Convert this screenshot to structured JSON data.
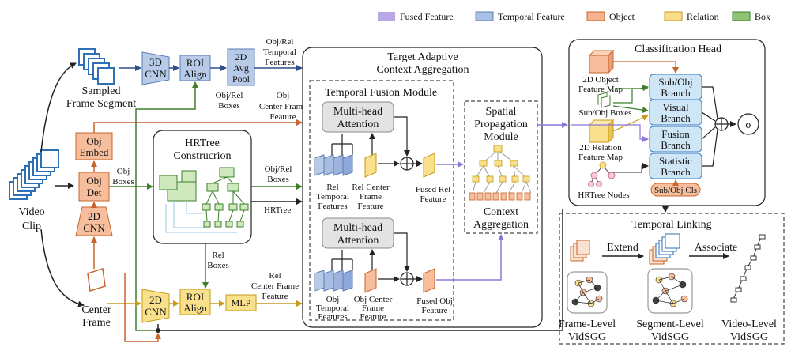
{
  "legend": [
    {
      "label": "Fused Feature",
      "color": "#b9a7e6"
    },
    {
      "label": "Temporal Feature",
      "color": "#a9c1e6"
    },
    {
      "label": "Object",
      "color": "#f5b48f"
    },
    {
      "label": "Relation",
      "color": "#f7dc8a"
    },
    {
      "label": "Box",
      "color": "#8cc472"
    }
  ],
  "colors": {
    "blue": "#b7cbe8",
    "orange": "#f6be9c",
    "yellow": "#f8e08c",
    "green": "#8cc472",
    "purple": "#a897de",
    "gray": "#e3e3e3",
    "cls_blue": "#cfe6f7"
  },
  "left": {
    "video_clip": [
      "Video",
      "Clip"
    ],
    "sampled": [
      "Sampled",
      "Frame Segment"
    ],
    "center": [
      "Center",
      "Frame"
    ],
    "cnn3d": [
      "3D",
      "CNN"
    ],
    "roi_top": [
      "ROI",
      "Align"
    ],
    "avgpool": [
      "2D",
      "Avg",
      "Pool"
    ],
    "obj_embed": [
      "Obj",
      "Embed"
    ],
    "obj_det": [
      "Obj",
      "Det"
    ],
    "cnn2d_left": [
      "2D",
      "CNN"
    ],
    "cnn2d_bottom": [
      "2D",
      "CNN"
    ],
    "roi_bottom": [
      "ROI",
      "Align"
    ],
    "mlp": "MLP",
    "hrtree_title": [
      "HRTree",
      "Construcrion"
    ]
  },
  "edge_labels": {
    "obj_rel_temporal": [
      "Obj/Rel",
      "Temporal",
      "Features"
    ],
    "obj_rel_boxes_top": [
      "Obj/Rel",
      "Boxes"
    ],
    "obj_center_frame": [
      "Obj",
      "Center Frame",
      "Feature"
    ],
    "obj_boxes": [
      "Obj",
      "Boxes"
    ],
    "obj_rel_boxes_mid": [
      "Obj/Rel",
      "Boxes"
    ],
    "hrtree": "HRTree",
    "rel_boxes": [
      "Rel",
      "Boxes"
    ],
    "rel_center_frame": [
      "Rel",
      "Center Frame",
      "Feature"
    ]
  },
  "tcaa": {
    "title": [
      "Target Adaptive",
      "Context Aggregation"
    ],
    "tfm_title": "Temporal Fusion Module",
    "mha": [
      "Multi-head",
      "Attention"
    ],
    "rel_temporal": [
      "Rel",
      "Temporal",
      "Features"
    ],
    "rel_center": [
      "Rel Center",
      "Frame",
      "Feature"
    ],
    "fused_rel": [
      "Fused Rel",
      "Feature"
    ],
    "obj_temporal": [
      "Obj",
      "Temporal",
      "Features"
    ],
    "obj_center": [
      "Obj Center",
      "Frame",
      "Feature"
    ],
    "fused_obj": [
      "Fused Obj",
      "Feature"
    ],
    "spm": [
      "Spatial",
      "Propagation",
      "Module"
    ],
    "context_agg": [
      "Context",
      "Aggregation"
    ]
  },
  "cls": {
    "title": "Classification Head",
    "obj_map": [
      "2D Object",
      "Feature Map"
    ],
    "subobj_boxes": "Sub/Obj Boxes",
    "rel_map": [
      "2D Relation",
      "Feature Map"
    ],
    "hrtree_nodes": "HRTree Nodes",
    "branches": [
      [
        "Sub/Obj",
        "Branch"
      ],
      [
        "Visual",
        "Branch"
      ],
      [
        "Fusion",
        "Branch"
      ],
      [
        "Statistic",
        "Branch"
      ]
    ],
    "subobj_cls": "Sub/Obj Cls",
    "sigma": "σ",
    "oplus": "⊕"
  },
  "linking": {
    "title": "Temporal Linking",
    "extend": "Extend",
    "associate": "Associate",
    "frame_level": [
      "Frame-Level",
      "VidSGG"
    ],
    "segment_level": [
      "Segment-Level",
      "VidSGG"
    ],
    "video_level": [
      "Video-Level",
      "VidSGG"
    ]
  }
}
